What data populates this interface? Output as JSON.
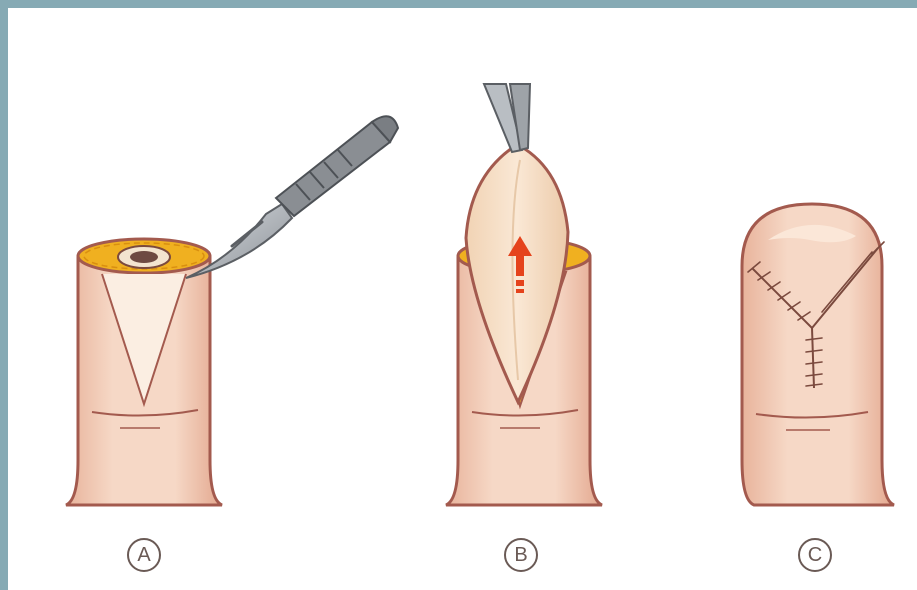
{
  "panels": [
    {
      "label": "A"
    },
    {
      "label": "B"
    },
    {
      "label": "C"
    }
  ],
  "colors": {
    "frame": "#86aab4",
    "skin": "#f2cdb7",
    "skin_outline": "#a35a4e",
    "fat": "#f0b020",
    "arrow": "#e5431c",
    "scalpel": "#8a8e93"
  }
}
